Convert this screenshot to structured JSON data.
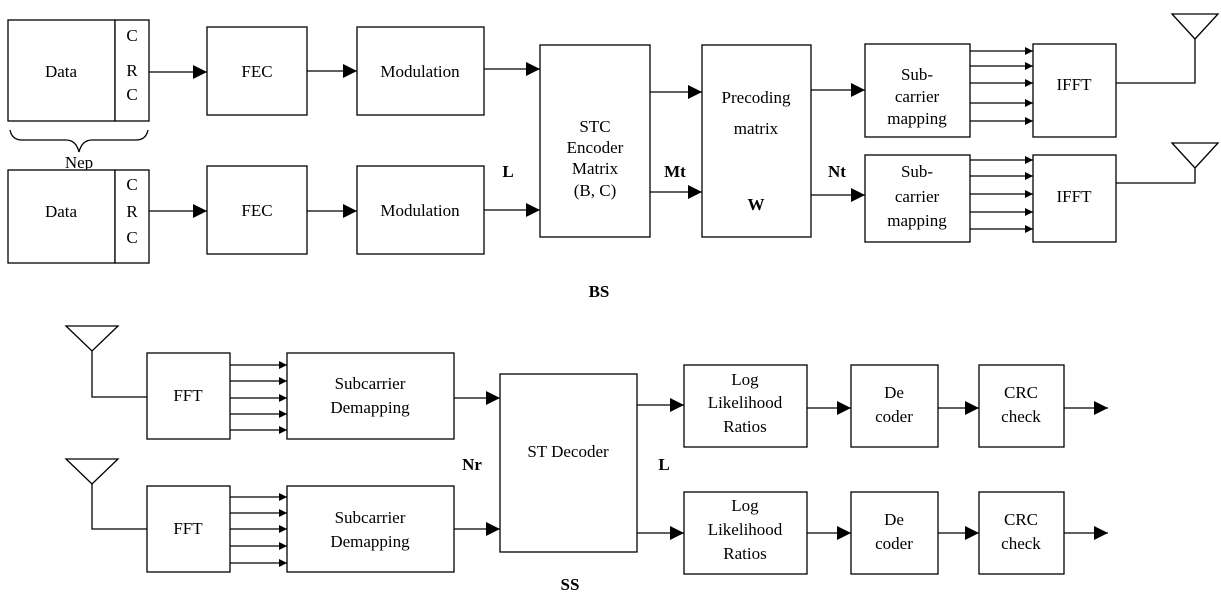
{
  "bs": {
    "label": "BS",
    "chain1": {
      "data": "Data",
      "crc": [
        "C",
        "R",
        "C"
      ],
      "fec": "FEC",
      "modulation": "Modulation"
    },
    "chain2": {
      "data": "Data",
      "crc": [
        "C",
        "R",
        "C"
      ],
      "fec": "FEC",
      "modulation": "Modulation"
    },
    "nep": "Nep",
    "l": "L",
    "stc": [
      "STC",
      "Encoder",
      "Matrix",
      "(B, C)"
    ],
    "mt": "Mt",
    "precoding": [
      "Precoding",
      "matrix"
    ],
    "w": "W",
    "nt": "Nt",
    "subcarrier": [
      "Sub-",
      "carrier",
      "mapping"
    ],
    "ifft": "IFFT"
  },
  "ss": {
    "label": "SS",
    "fft": "FFT",
    "demap": [
      "Subcarrier",
      "Demapping"
    ],
    "nr": "Nr",
    "decoder": "ST Decoder",
    "l": "L",
    "llr": [
      "Log",
      "Likelihood",
      "Ratios"
    ],
    "dec": [
      "De",
      "coder"
    ],
    "crc": [
      "CRC",
      "check"
    ]
  }
}
